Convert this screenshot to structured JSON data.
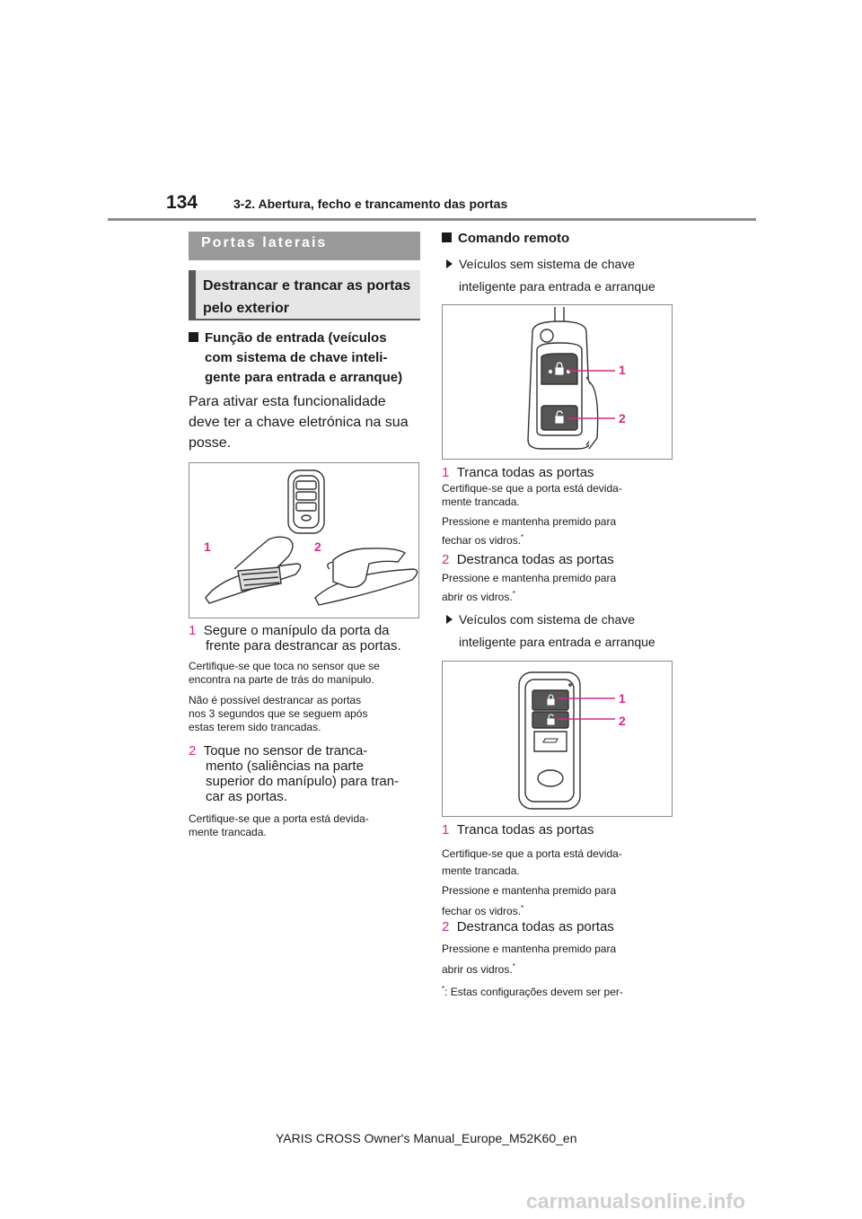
{
  "header": {
    "page_number": "134",
    "chapter": "3-2. Abertura, fecho e trancamento das portas"
  },
  "left": {
    "section_title": "Portas laterais",
    "subsection_title": "Destrancar e trancar as portas pelo exterior",
    "heading": "Função de entrada (veículos com sistema de chave inteli-gente para entrada e arranque)",
    "heading_lines": [
      "Função de entrada (veículos",
      "com sistema de chave inteli-",
      "gente para entrada e arranque)"
    ],
    "intro_lines": [
      "Para ativar esta funcionalidade",
      "deve ter a chave eletrónica na sua",
      "posse."
    ],
    "figure_labels": [
      "1",
      "2"
    ],
    "step1": {
      "num": "1",
      "lines": [
        "Segure o manípulo da porta da",
        "frente para destrancar as portas."
      ],
      "note1_lines": [
        "Certifique-se que toca no sensor que se",
        "encontra na parte de trás do manípulo."
      ],
      "note2_lines": [
        "Não é possível destrancar as portas",
        "nos 3 segundos que se seguem após",
        "estas terem sido trancadas."
      ]
    },
    "step2": {
      "num": "2",
      "lines": [
        "Toque no sensor de tranca-",
        "mento (saliências na parte",
        "superior do manípulo) para tran-",
        "car as portas."
      ],
      "note_lines": [
        "Certifique-se que a porta está devida-",
        "mente trancada."
      ]
    }
  },
  "right": {
    "heading": "Comando remoto",
    "subA_lines": [
      "Veículos sem sistema de chave",
      "inteligente para entrada e arranque"
    ],
    "figA_labels": [
      "1",
      "2"
    ],
    "a_step1": {
      "num": "1",
      "title": "Tranca todas as portas",
      "note1_lines": [
        "Certifique-se que a porta está devida-",
        "mente trancada."
      ],
      "note2_lines": [
        "Pressione e mantenha premido para",
        "fechar os vidros."
      ],
      "asterisk": "*"
    },
    "a_step2": {
      "num": "2",
      "title": "Destranca todas as portas",
      "note_lines": [
        "Pressione e mantenha premido para",
        "abrir os vidros."
      ],
      "asterisk": "*"
    },
    "subB_lines": [
      "Veículos com sistema de chave",
      "inteligente para entrada e arranque"
    ],
    "figB_labels": [
      "1",
      "2"
    ],
    "b_step1": {
      "num": "1",
      "title": "Tranca todas as portas",
      "note1_lines": [
        "Certifique-se que a porta está devida-",
        "mente trancada."
      ],
      "note2_lines": [
        "Pressione e mantenha premido para",
        "fechar os vidros."
      ],
      "asterisk": "*"
    },
    "b_step2": {
      "num": "2",
      "title": "Destranca todas as portas",
      "note_lines": [
        "Pressione e mantenha premido para",
        "abrir os vidros."
      ],
      "asterisk": "*"
    },
    "footnote_star": "*",
    "footnote": ": Estas configurações devem ser per-"
  },
  "footer": "YARIS CROSS Owner's Manual_Europe_M52K60_en",
  "watermark": "carmanualsonline.info",
  "colors": {
    "accent_number": "#d62a8a",
    "section_bar": "#9a9a9a",
    "subsection_bg": "#e6e6e6"
  }
}
